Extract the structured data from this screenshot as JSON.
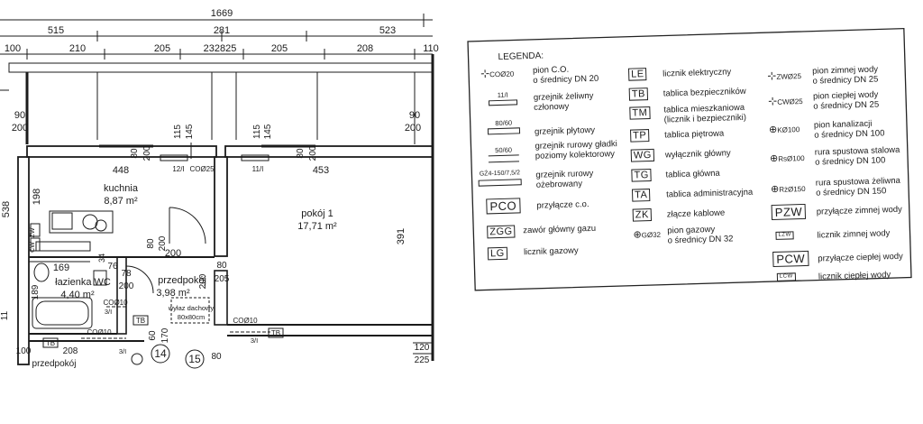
{
  "plan": {
    "dims_top": [
      "1669"
    ],
    "dims_row2": [
      "515",
      "281",
      "523"
    ],
    "dims_row3": [
      "100",
      "210",
      "205",
      "232825",
      "205",
      "208",
      "110"
    ],
    "wall_dims": [
      "90",
      "200",
      "90",
      "200",
      "198",
      "538",
      "80",
      "200",
      "80",
      "200",
      "115",
      "145",
      "115",
      "145",
      "391",
      "80",
      "205",
      "189",
      "200",
      "76",
      "78",
      "80",
      "200",
      "60",
      "170",
      "200",
      "11",
      "120",
      "225",
      "100",
      "208"
    ],
    "room_labels": {
      "kitchen_name": "kuchnia",
      "kitchen_area": "8,87 m²",
      "room_name": "pokój 1",
      "room_area": "17,71 m²",
      "bath_name": "łazienka WC",
      "bath_area": "4,40 m²",
      "hall_name": "przedpokój",
      "hall_area": "3,98 m²"
    },
    "misc_labels": {
      "k448": "448",
      "k453": "453",
      "k200": "200",
      "k169": "169",
      "rad1": "12/I",
      "co1": "COØ25",
      "rad2": "11/I",
      "hatch1": "wyłaz dachowy",
      "hatch2": "80x80cm",
      "co10a": "COØ10",
      "co10b": "3/I",
      "co10c": "COØ10",
      "co10d": "3/I",
      "co10e": "COØ10",
      "co10f": "3/I",
      "tb1": "TB",
      "tb2": "TB",
      "tb3": "TB",
      "n14": "14",
      "n15": "15",
      "n208": "208",
      "n3i": "3/I",
      "przed": "przedpokój",
      "n80": "80",
      "zw": "ZW",
      "cw": "CW",
      "n34": "34"
    }
  },
  "legend": {
    "title": "LEGENDA:",
    "col1": [
      {
        "symbol": "COØ20",
        "text": "pion C.O.\no średnicy DN 20"
      },
      {
        "symbol": "11/I",
        "text": "grzejnik żeliwny\nczłonowy"
      },
      {
        "symbol": "80/60",
        "text": "grzejnik płytowy"
      },
      {
        "symbol": "50/60",
        "text": "grzejnik rurowy gładki\npoziomy kolektorowy"
      },
      {
        "symbol": "GŻ4-150/7,5/2",
        "text": "grzejnik rurowy\nożebrowany"
      },
      {
        "symbol": "PCO",
        "text": "przyłącze c.o."
      },
      {
        "symbol": "ZGG",
        "text": "zawór główny gazu"
      },
      {
        "symbol": "LG",
        "text": "licznik gazowy"
      }
    ],
    "col2": [
      {
        "symbol": "LE",
        "text": "licznik elektryczny"
      },
      {
        "symbol": "TB",
        "text": "tablica bezpieczników"
      },
      {
        "symbol": "TM",
        "text": "tablica mieszkaniowa\n(licznik i bezpieczniki)"
      },
      {
        "symbol": "TP",
        "text": "tablica piętrowa"
      },
      {
        "symbol": "WG",
        "text": "wyłącznik główny"
      },
      {
        "symbol": "TG",
        "text": "tablica główna"
      },
      {
        "symbol": "TA",
        "text": "tablica administracyjna"
      },
      {
        "symbol": "ZK",
        "text": "złącze kablowe"
      },
      {
        "symbol": "GØ32",
        "text": "pion gazowy\no średnicy DN 32"
      }
    ],
    "col3": [
      {
        "symbol": "ZWØ25",
        "text": "pion zimnej wody\no średnicy DN 25"
      },
      {
        "symbol": "CWØ25",
        "text": "pion ciepłej wody\no średnicy DN 25"
      },
      {
        "symbol": "KØ100",
        "text": "pion kanalizacji\no średnicy DN 100"
      },
      {
        "symbol": "RsØ100",
        "text": "rura spustowa stalowa\no średnicy DN 100"
      },
      {
        "symbol": "RżØ150",
        "text": "rura spustowa  żeliwna\no średnicy DN 150"
      },
      {
        "symbol": "PZW",
        "text": "przyłącze zimnej wody"
      },
      {
        "symbol": "LZW",
        "text": "licznik zimnej wody"
      },
      {
        "symbol": "PCW",
        "text": "przyłącze ciepłej wody"
      },
      {
        "symbol": "LCW",
        "text": "licznik ciepłej wody"
      }
    ]
  }
}
